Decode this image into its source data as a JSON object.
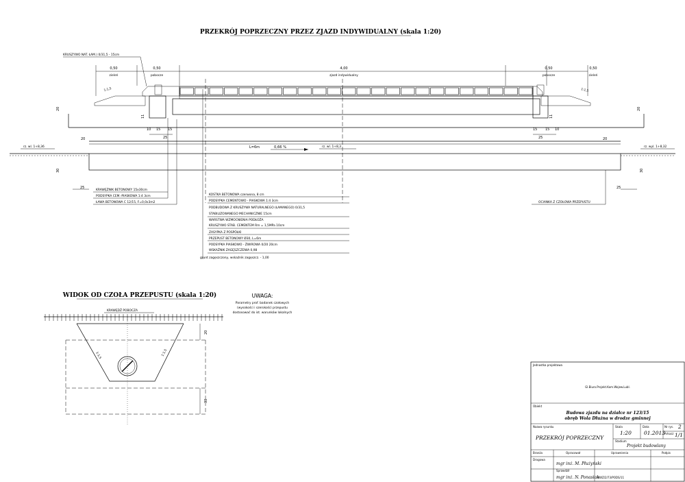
{
  "titles": {
    "cross_section": "PRZEKRÓJ POPRZECZNY PRZEZ ZJAZD INDYWIDUALNY (skala 1:20)",
    "front_view": "WIDOK OD CZOŁA PRZEPUSTU (skala 1:20)"
  },
  "top_dims": {
    "kruszywo_label": "KRUSZYWO NAT. ŁAM.) 0/31,5 - 15cm",
    "left_verge_value": "0,50",
    "left_verge_label": "zieleń",
    "left_shoulder_value": "0,50",
    "left_shoulder_label": "pobocze",
    "center_value": "4,00",
    "center_label": "zjazd indywidualny",
    "right_shoulder_value": "0,50",
    "right_shoulder_label": "pobocze",
    "right_verge_value": "0,50",
    "right_verge_label": "zieleń"
  },
  "slopes": {
    "left": "1:1,5",
    "right": "1:1,5"
  },
  "section_labels": {
    "slope_pct": "0,66 %",
    "length": "L=6m",
    "rz_wl_left": "rz. wl. 1+8,36",
    "rz_wl_mid": "rz. wl. 1+8,3",
    "rz_wyl_right": "rz. wyl. 1+8,32"
  },
  "dimensions": {
    "d20": "20",
    "d25": "25",
    "d30": "30",
    "d15": "15",
    "d10": "10",
    "d11": "11"
  },
  "left_callouts": [
    "KRAWĘŻNIK BETONOWY 15x30cm",
    "PODSYPKA CEM.-PIASKOWA 1:4 3cm",
    "ŁAWA BETONOWA C 12/15, F=0,0x3m2"
  ],
  "center_callouts": [
    "KOSTKA BETONOWA czerwona, 8 cm",
    "PODSYPKA CEMENTOWO - PIASKOWA 1:4 3cm",
    "PODBUDOWA Z KRUSZYWA NATURALNEGO (ŁAMANEGO) 0/31,5",
    "STABILIZOWANEGO MECHANICZNIE 15cm",
    "WARSTWA WZMOCNIENIA PODŁOŻA",
    "KRUSZYWO STAB. CEMENTEM Rm = 1,5MPa 10cm",
    "ZASYPKA Z POSPÓŁKI",
    "PRZEPUST BETONOWY Ø30, L=6m",
    "PODSYPKA PIASKOWO - ŻWIROWA 0/20 20cm",
    "WSKAŹNIK ZAGĘSZCZENIA 0,98",
    "grunt zagęszczony, wskaźnik zagęszcz. - 1,00"
  ],
  "right_callout": "OCIANKA Z CZOŁOWA PRZEPUSTU",
  "front_view": {
    "krawedz_label": "KRAWĘDŹ POBOCZA",
    "dim_top": "20",
    "dim_bottom": "30",
    "slope_left": "1:1,5",
    "slope_right": "1:1,5"
  },
  "note": {
    "heading": "UWAGA:",
    "lines": [
      "Parametry prof. badanek czołowych",
      "(wysokości i szerokości przepustu",
      "dostosować do ist. warunków lokalnych"
    ]
  },
  "title_block": {
    "investor_label": "Jednostka projektowa",
    "investor_value": "Gl.Biuro.Projekt.Kom.Wojew.Lubl.",
    "object_label": "Obiekt",
    "object_line1": "Budowa zjazdu na działce nr 123/15",
    "object_line2": "obręb Wola Dłużna w drodze gminnej",
    "drawing_name_label": "Nazwa rysunku",
    "drawing_name": "PRZEKRÓJ POPRZECZNY",
    "scale_label": "Skala",
    "scale_value": "1:20",
    "date_label": "Data",
    "date_value": "01.2013",
    "sheet_no_label": "Nr rys.",
    "sheet_no_value": "2",
    "sheets_label": "Arkusz",
    "sheets_value": "1/1",
    "stage_label": "Stadium",
    "stage_value": "Projekt budowlany",
    "col_branza": "Branża",
    "col_opracowal": "Opracował",
    "col_uprawnienia": "Uprawnienia",
    "col_podpis": "Podpis",
    "row1_branza": "Drogowa",
    "row1_name": "mgr inż. M. Płużyński",
    "row2_role": "Sprawdził",
    "row2_name": "mgr inż. N. Ponasiak",
    "row2_perm": "NWZ/2/73/PODS/11"
  }
}
